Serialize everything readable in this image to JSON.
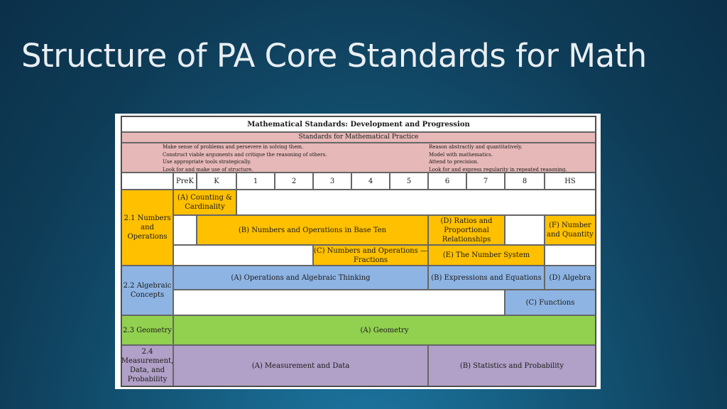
{
  "slide": {
    "title": "Structure of PA Core Standards for Math"
  },
  "table": {
    "title": "Mathematical Standards: Development and Progression",
    "practice_header": "Standards for Mathematical Practice",
    "practices_left": [
      "Make sense of problems and persevere in solving them.",
      "Construct viable arguments and critique the reasoning of others.",
      "Use appropriate tools strategically.",
      "Look for and make use of structure."
    ],
    "practices_right": [
      "Reason abstractly and quantitatively.",
      "Model with mathematics.",
      "Attend to precision.",
      "Look for and express regularity in repeated reasoning."
    ],
    "grades": [
      "PreK",
      "K",
      "1",
      "2",
      "3",
      "4",
      "5",
      "6",
      "7",
      "8",
      "HS"
    ],
    "domains": {
      "numbers": {
        "label": "2.1 Numbers and Operations",
        "counting": "(A) Counting & Cardinality",
        "base_ten": "(B) Numbers and Operations in Base Ten",
        "fractions": "(C) Numbers and Operations — Fractions",
        "ratios": "(D) Ratios and Proportional Relationships",
        "number_system": "(E) The Number System",
        "number_quantity": "(F) Number and Quantity"
      },
      "algebra": {
        "label": "2.2 Algebraic Concepts",
        "operations": "(A) Operations and Algebraic Thinking",
        "expressions": "(B) Expressions and Equations",
        "functions": "(C) Functions",
        "algebra": "(D) Algebra"
      },
      "geometry": {
        "label": "2.3 Geometry",
        "geometry": "(A) Geometry"
      },
      "measurement": {
        "label": "2.4 Measurement, Data, and Probability",
        "measurement": "(A) Measurement and Data",
        "statistics": "(B) Statistics and Probability"
      }
    },
    "colors": {
      "practice": "#e6b8b7",
      "numbers": "#ffc000",
      "algebra": "#8eb4e3",
      "geometry": "#92d050",
      "measurement": "#b1a0c7"
    }
  }
}
